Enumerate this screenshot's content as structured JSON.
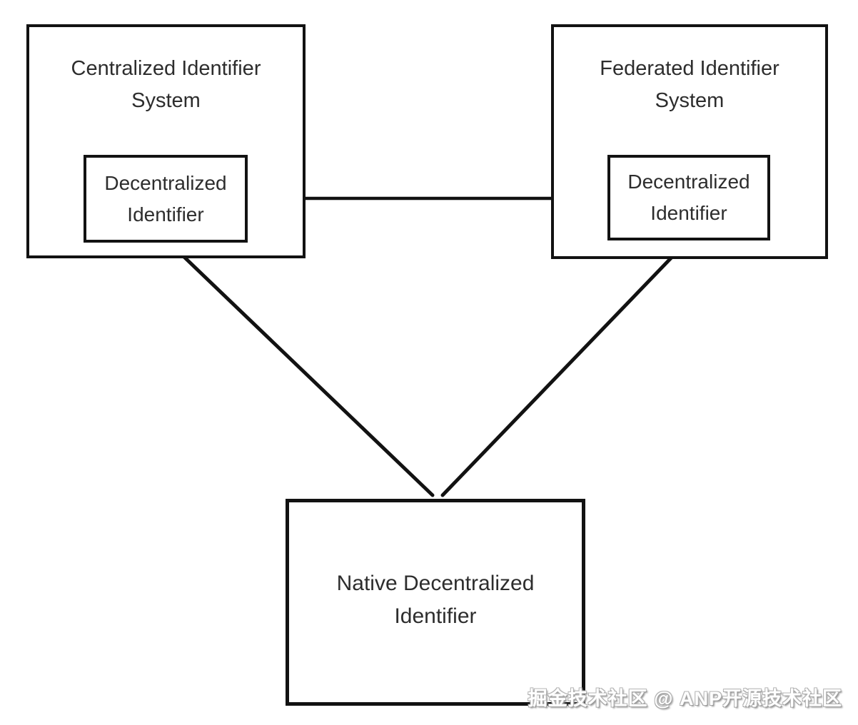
{
  "canvas": {
    "background": "#ffffff",
    "line_color": "#121212",
    "text_color": "#2d2d2d"
  },
  "boxes": {
    "centralized_system": {
      "title": "Centralized Identifier System"
    },
    "federated_system": {
      "title": "Federated Identifier System"
    },
    "centralized_did": {
      "label": "Decentralized Identifier"
    },
    "federated_did": {
      "label": "Decentralized Identifier"
    },
    "native_did": {
      "label": "Native Decentralized Identifier"
    }
  },
  "connectors": {
    "horizontal": "did-left to did-right",
    "left_diagonal": "did-left to native-did",
    "right_diagonal": "did-right to native-did"
  },
  "watermark": {
    "text": "掘金技术社区 @ ANP开源技术社区"
  }
}
